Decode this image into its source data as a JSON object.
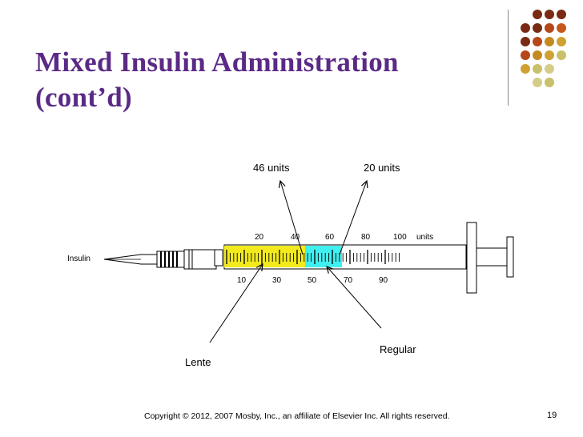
{
  "slide": {
    "title_line1": "Mixed Insulin Administration",
    "title_line2": "(cont’d)",
    "footer": "Copyright © 2012, 2007 Mosby, Inc., an affiliate of Elsevier Inc. All rights reserved.",
    "page_number": "19",
    "title_color": "#5b2a86"
  },
  "decoration": {
    "dot_colors": [
      [
        "",
        "#7a2a12",
        "#7a2a12",
        "#7a2a12"
      ],
      [
        "#7a2a12",
        "#7a2a12",
        "#b5471a",
        "#c6581b"
      ],
      [
        "#7a2a12",
        "#b5471a",
        "#c58a1f",
        "#cfa133"
      ],
      [
        "#b5471a",
        "#c58a1f",
        "#cfa133",
        "#c9c06a"
      ],
      [
        "#cfa133",
        "#c9c06a",
        "#d4cd8a",
        ""
      ],
      [
        "",
        "#d4cd8a",
        "#c9c06a",
        ""
      ]
    ]
  },
  "diagram": {
    "insulin_label": "Insulin",
    "units_label": "units",
    "top_scale": [
      "20",
      "40",
      "60",
      "80",
      "100"
    ],
    "bottom_scale": [
      "10",
      "30",
      "50",
      "70",
      "90"
    ],
    "label_46": "46 units",
    "label_20": "20 units",
    "label_lente": "Lente",
    "label_regular": "Regular",
    "lente_fill_color": "#f2ea1c",
    "regular_fill_color": "#3ff0f0"
  }
}
